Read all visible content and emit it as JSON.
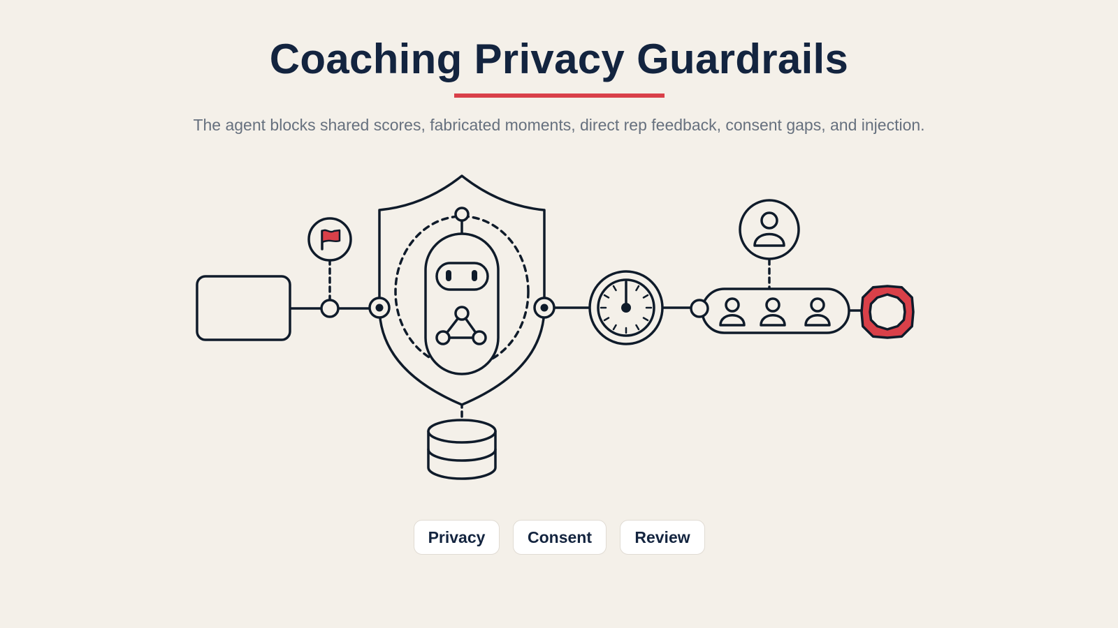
{
  "header": {
    "title": "Coaching Privacy Guardrails",
    "subtitle": "The agent blocks shared scores, fabricated moments, direct rep feedback, consent gaps, and injection."
  },
  "tags": [
    {
      "label": "Privacy"
    },
    {
      "label": "Consent"
    },
    {
      "label": "Review"
    }
  ],
  "colors": {
    "background": "#f4f0e9",
    "ink": "#0f1b2a",
    "accent": "#d94049",
    "subtitle": "#66707e"
  },
  "icons": [
    "input-box-icon",
    "flag-icon",
    "shield-icon",
    "robot-agent-icon",
    "database-icon",
    "timer-gauge-icon",
    "person-icon",
    "team-group-icon",
    "stop-sign-icon"
  ]
}
